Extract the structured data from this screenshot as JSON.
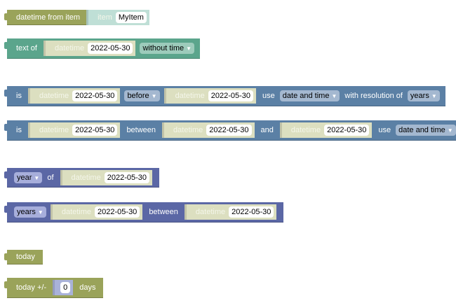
{
  "colors": {
    "date": "#9aa35a",
    "text": "#5ba58c",
    "logic": "#5b80a5",
    "math": "#5b67a5"
  },
  "b1": {
    "label": "datetime from item",
    "item_label": "item",
    "item_value": "MyItem"
  },
  "b2": {
    "label": "text of",
    "dt": "datetime",
    "value": "2022-05-30",
    "format": "without time"
  },
  "b3": {
    "is": "is",
    "dt1": "datetime",
    "v1": "2022-05-30",
    "op": "before",
    "dt2": "datetime",
    "v2": "2022-05-30",
    "use": "use",
    "mode": "date and time",
    "res_label": "with resolution of",
    "res": "years"
  },
  "b4": {
    "is": "is",
    "dt1": "datetime",
    "v1": "2022-05-30",
    "between": "between",
    "dt2": "datetime",
    "v2": "2022-05-30",
    "and": "and",
    "dt3": "datetime",
    "v3": "2022-05-30",
    "use": "use",
    "mode": "date and time"
  },
  "b5": {
    "unit": "year",
    "of": "of",
    "dt": "datetime",
    "value": "2022-05-30"
  },
  "b6": {
    "unit": "years",
    "dt1": "datetime",
    "v1": "2022-05-30",
    "between": "between",
    "dt2": "datetime",
    "v2": "2022-05-30"
  },
  "b7": {
    "label": "today"
  },
  "b8": {
    "label": "today +/-",
    "value": "0",
    "days": "days"
  },
  "dropdown_icon": "triangle-down"
}
